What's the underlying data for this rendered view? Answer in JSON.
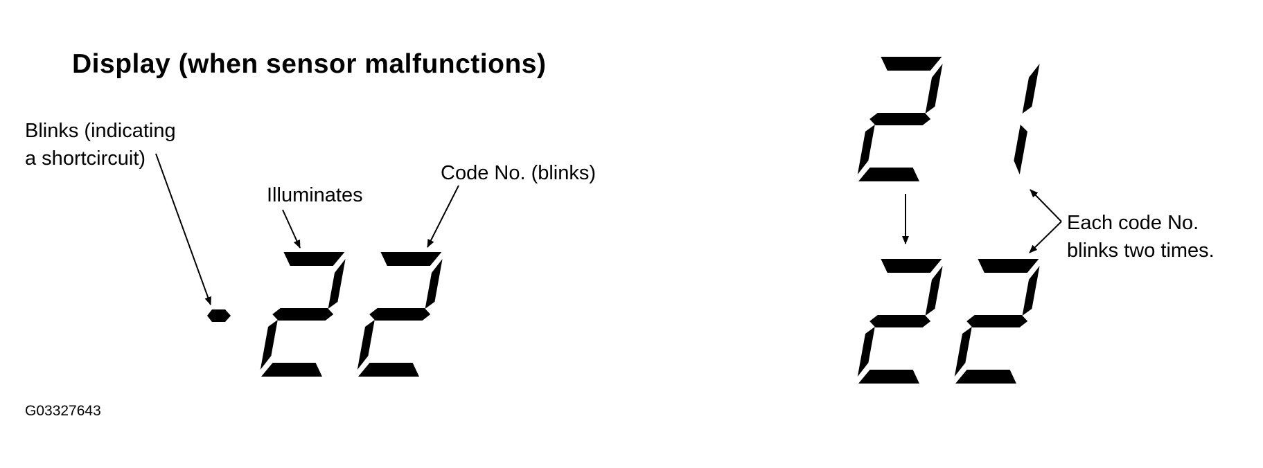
{
  "title": "Display (when sensor malfunctions)",
  "labels": {
    "blinks_line1": "Blinks (indicating",
    "blinks_line2": "a shortcircuit)",
    "illuminates": "Illuminates",
    "code_no": "Code No. (blinks)",
    "each_code_line1": "Each code No.",
    "each_code_line2": "blinks two times."
  },
  "figure_id": "G03327643",
  "displays": {
    "left": [
      "2",
      "2"
    ],
    "right_top": [
      "2",
      "1"
    ],
    "right_bottom": [
      "2",
      "2"
    ]
  },
  "colors": {
    "ink": "#000000",
    "background": "#ffffff"
  }
}
